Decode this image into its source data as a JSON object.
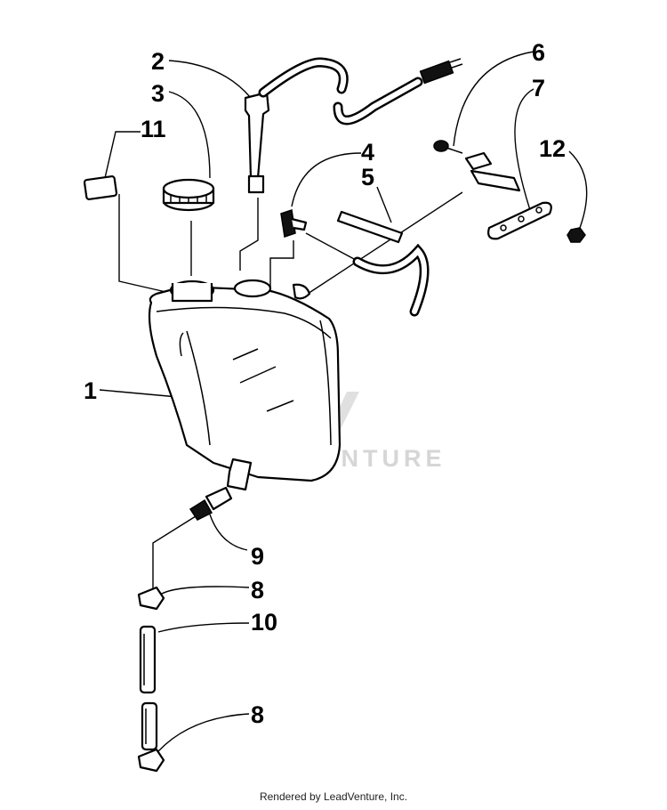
{
  "callouts": [
    {
      "id": "1",
      "text": "1"
    },
    {
      "id": "2",
      "text": "2"
    },
    {
      "id": "3",
      "text": "3"
    },
    {
      "id": "4",
      "text": "4"
    },
    {
      "id": "5",
      "text": "5"
    },
    {
      "id": "6",
      "text": "6"
    },
    {
      "id": "7",
      "text": "7"
    },
    {
      "id": "8a",
      "text": "8"
    },
    {
      "id": "8b",
      "text": "8"
    },
    {
      "id": "9",
      "text": "9"
    },
    {
      "id": "10",
      "text": "10"
    },
    {
      "id": "11",
      "text": "11"
    },
    {
      "id": "12",
      "text": "12"
    }
  ],
  "watermark": "LEADVENTURE",
  "footer": "Rendered by LeadVenture, Inc."
}
